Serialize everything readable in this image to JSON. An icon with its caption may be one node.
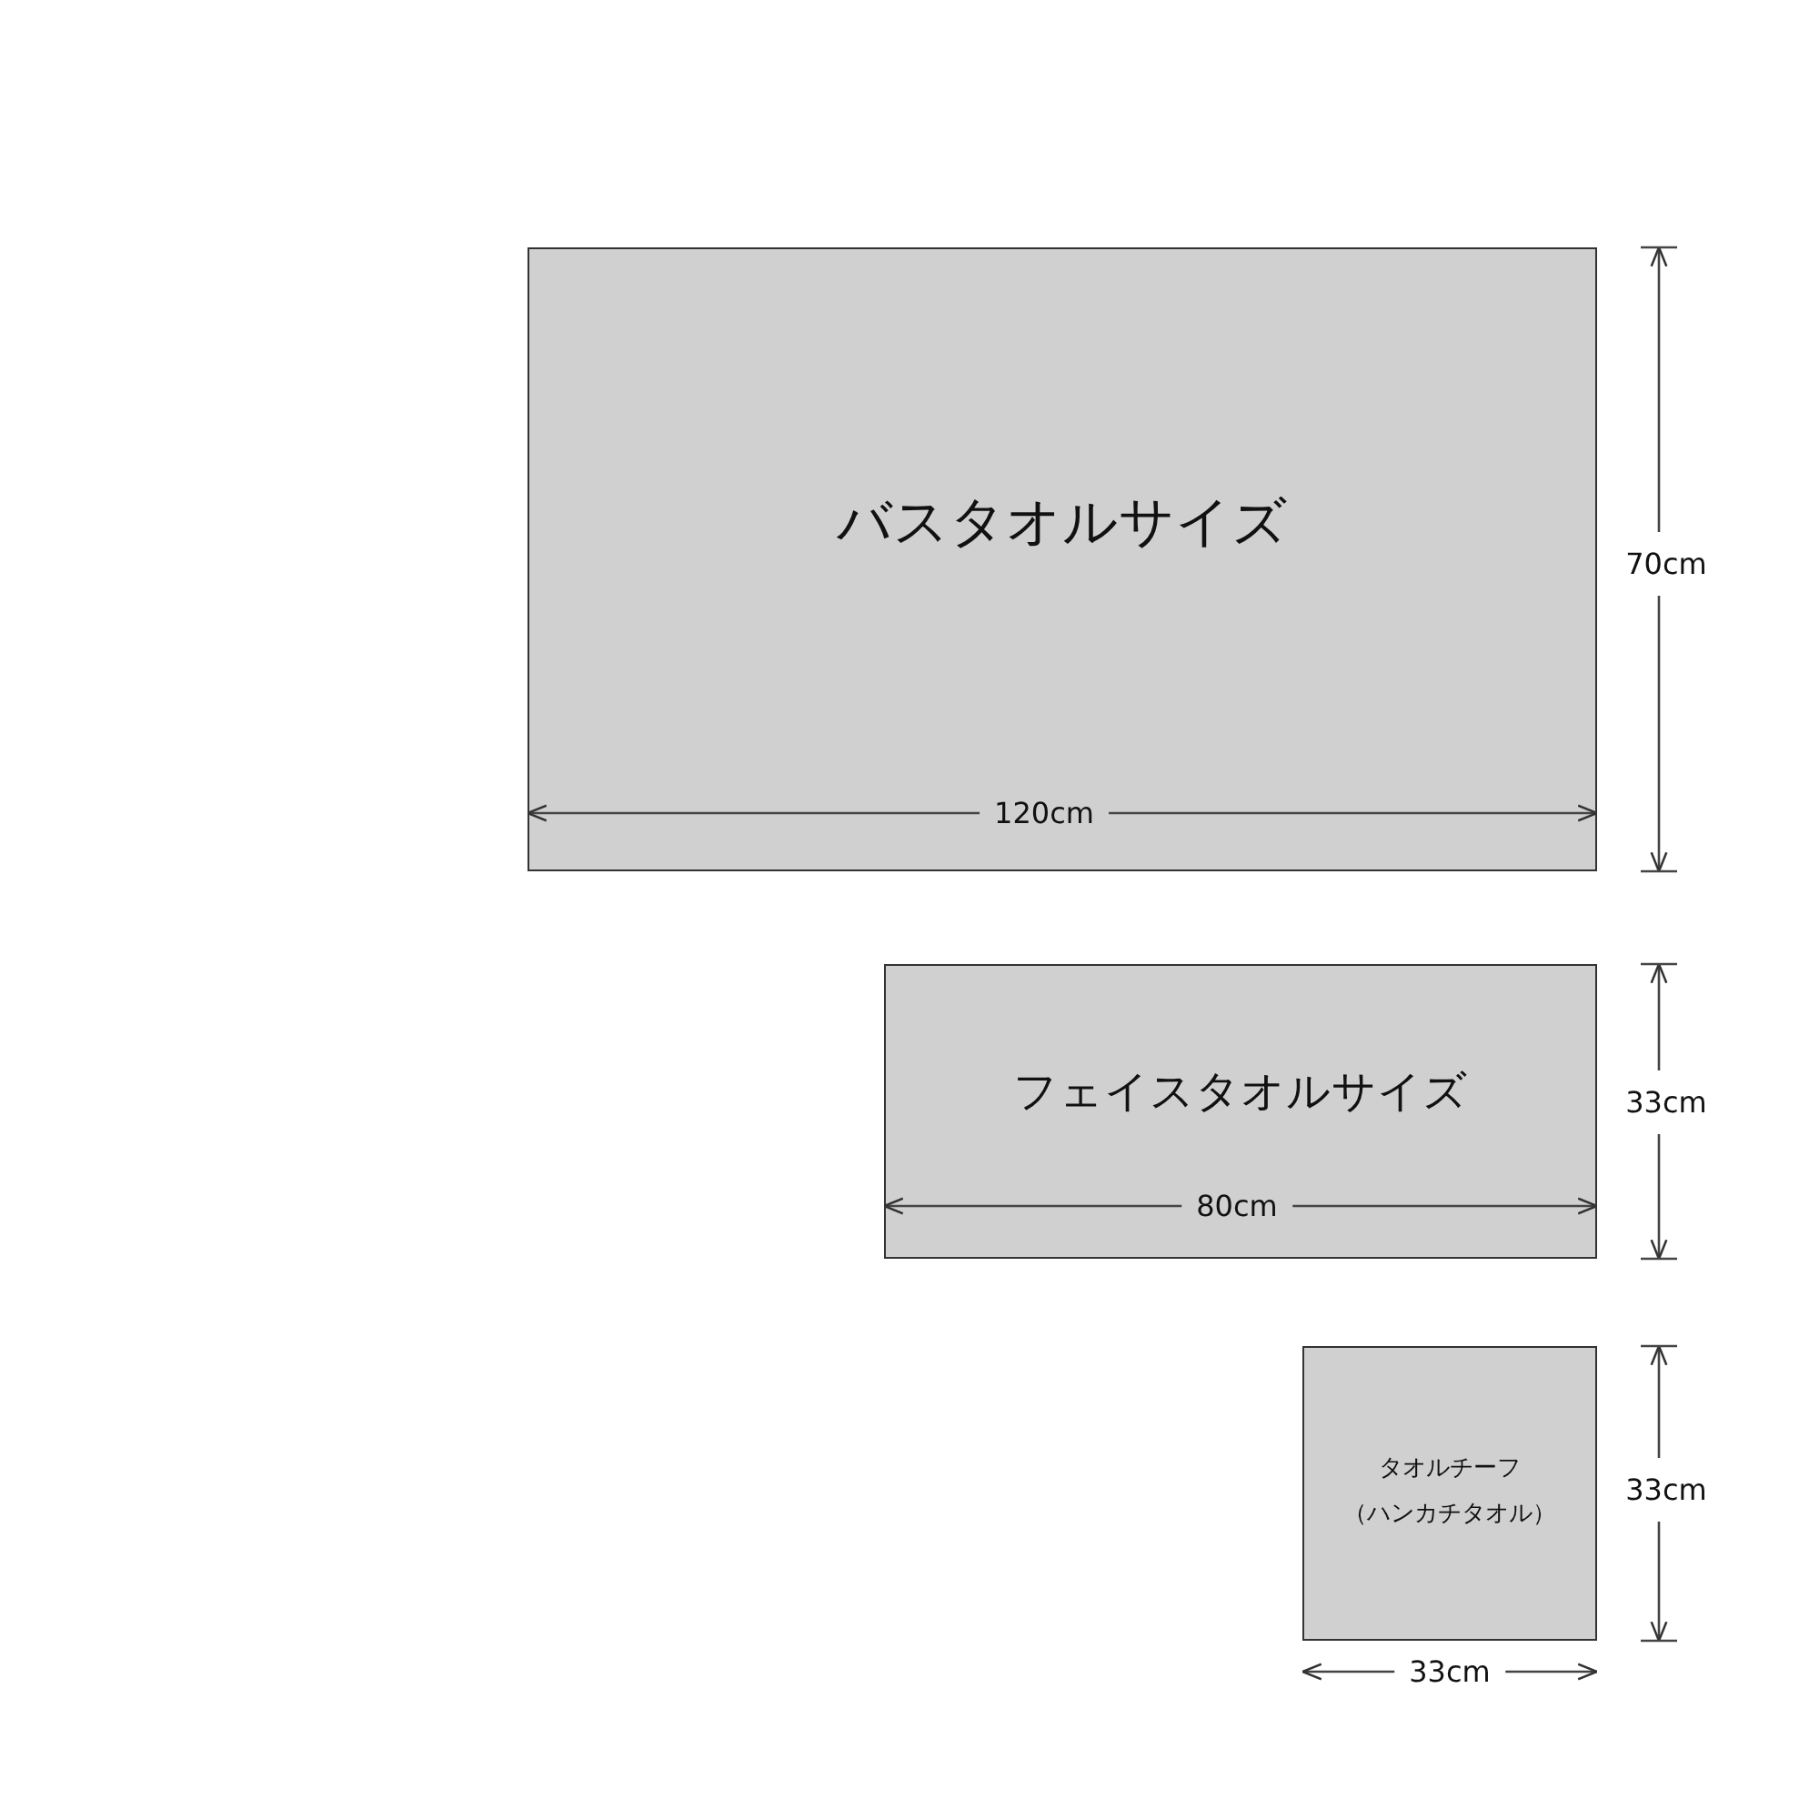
{
  "diagram": {
    "nodes": [
      {
        "text": [
          "バスタオルサイズ"
        ]
      },
      {
        "text": [
          "フェイスタオルサイズ"
        ]
      },
      {
        "text": [
          "タオルチーフ",
          "（ハンカチタオル）"
        ]
      }
    ],
    "labels": [
      "70cm",
      "120cm",
      "33cm",
      "80cm",
      "33cm",
      "33cm"
    ]
  }
}
